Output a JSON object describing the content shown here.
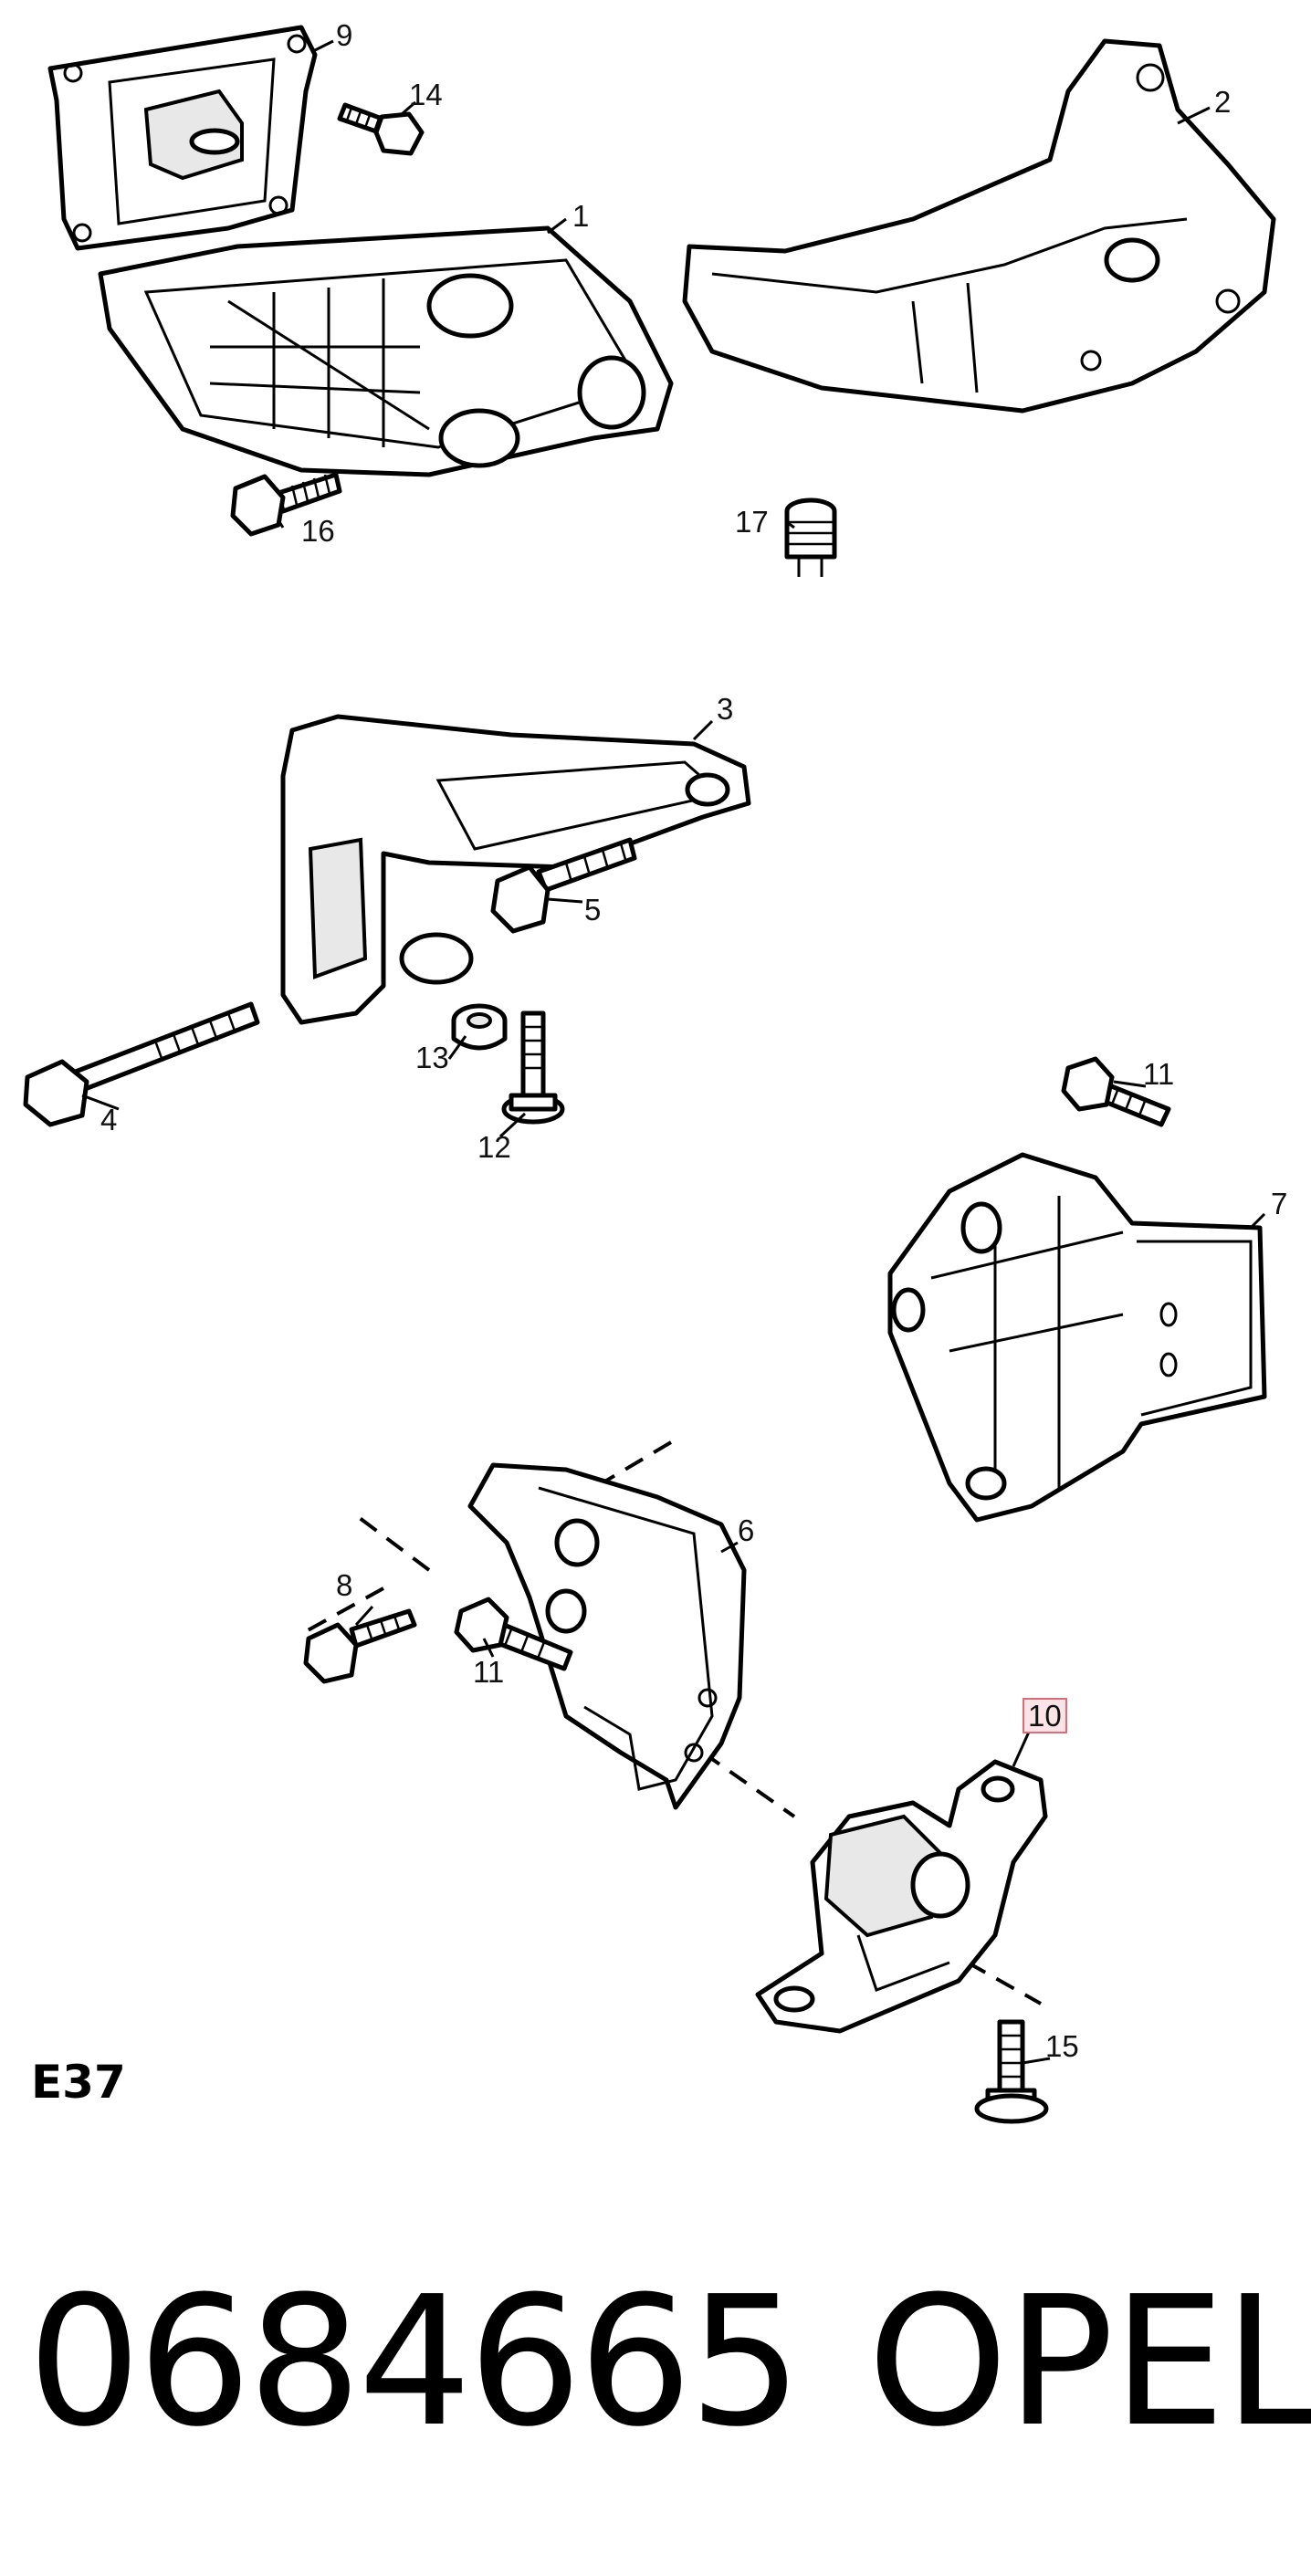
{
  "labels": {
    "l1": "1",
    "l2": "2",
    "l3": "3",
    "l4": "4",
    "l5": "5",
    "l6": "6",
    "l7": "7",
    "l8": "8",
    "l9": "9",
    "l10": "10",
    "l11a": "11",
    "l11b": "11",
    "l12": "12",
    "l13": "13",
    "l14": "14",
    "l15": "15",
    "l16": "16",
    "l17": "17"
  },
  "diagram_code": "E37",
  "part_number": "0684665",
  "brand": "OPEL",
  "colors": {
    "highlight_border": "#e06a78",
    "highlight_fill": "#fbe4e7",
    "line": "#000000"
  }
}
